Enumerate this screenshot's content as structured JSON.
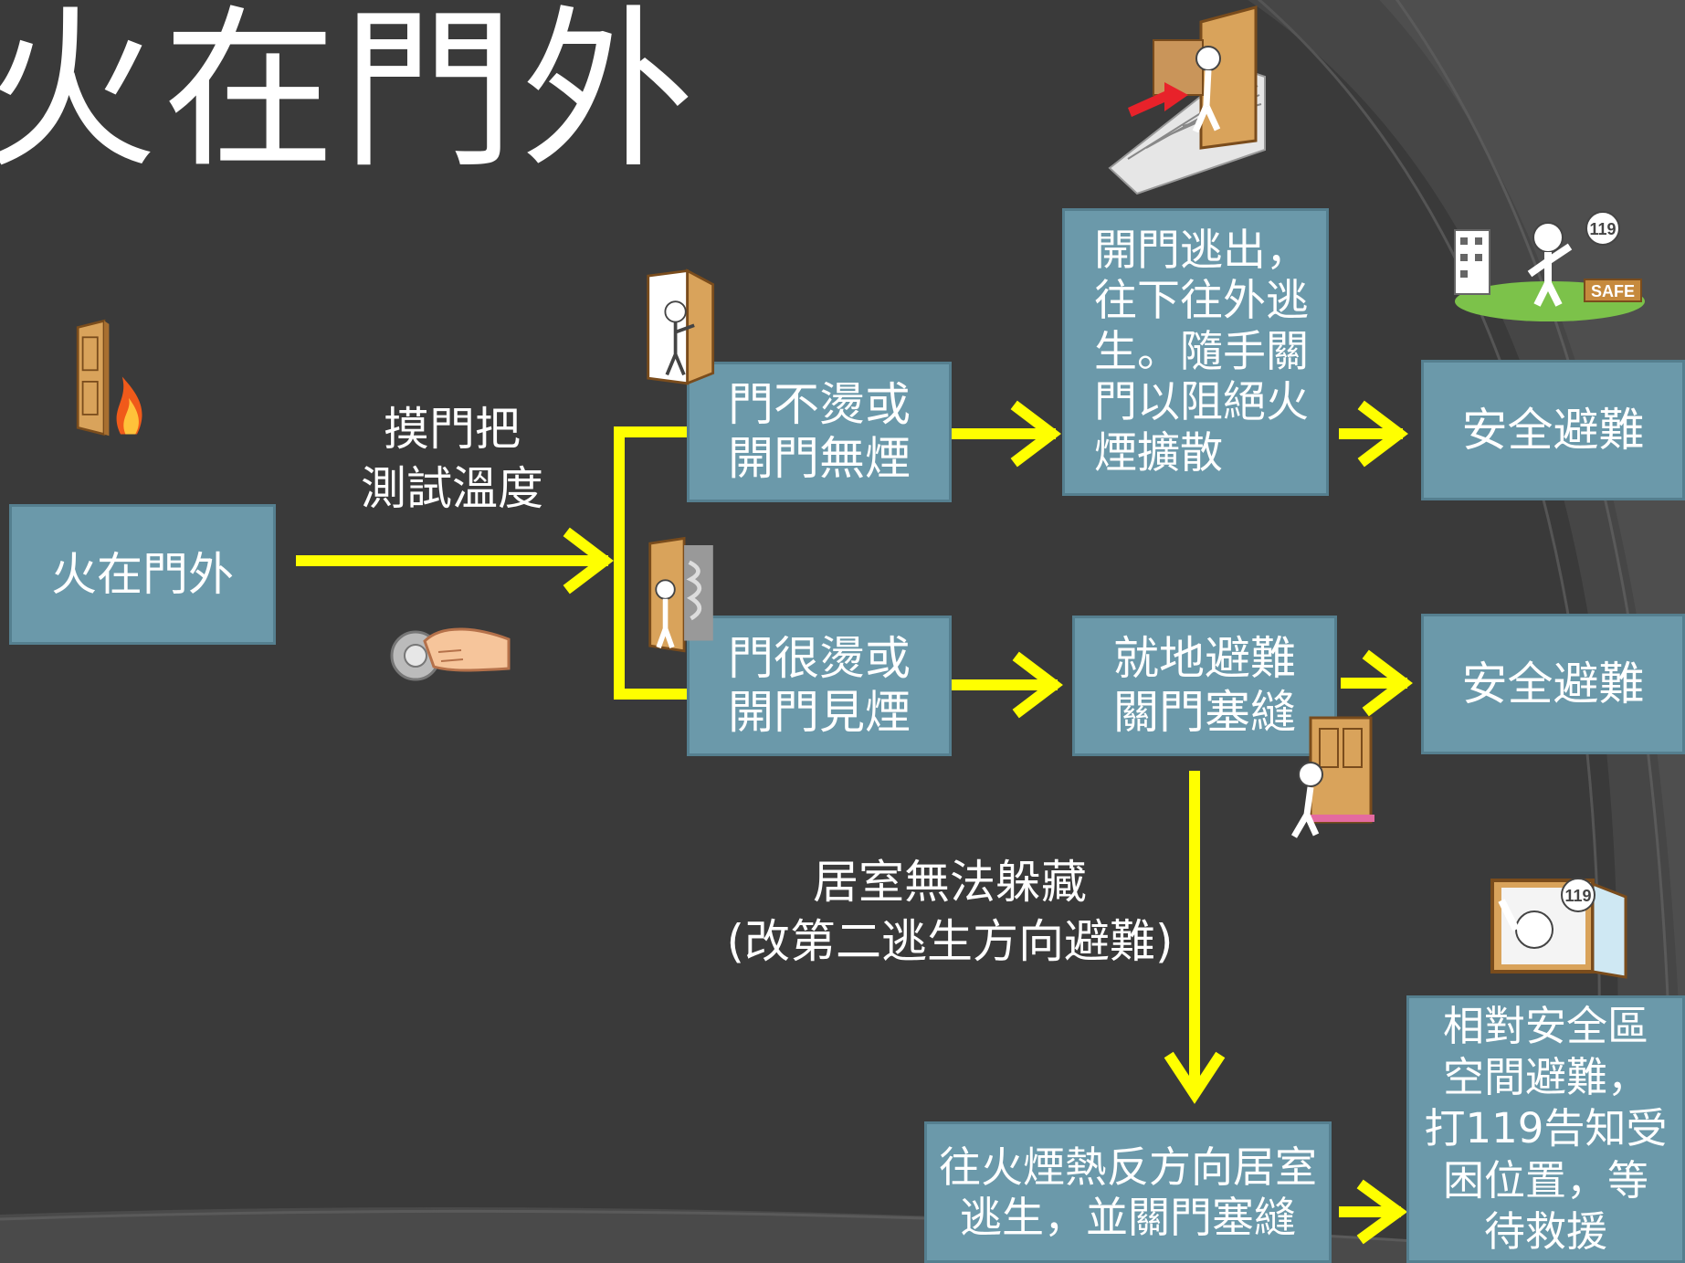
{
  "title": "火在門外",
  "boxes": {
    "start": "火在門外",
    "door_cool": "門不燙或\n開門無煙",
    "door_hot": "門很燙或\n開門見煙",
    "escape_open": "開門逃出，\n往下往外逃\n生。隨手關\n門以阻絕火\n煙擴散",
    "shelter": "就地避難\n關門塞縫",
    "safe_top": "安全避難",
    "safe_mid": "安全避難",
    "room_escape": "往火煙熱反方向居室\n逃生，並關門塞縫",
    "relative_safe": "相對安全區\n空間避難，\n打119告知受\n困位置，等\n待救援"
  },
  "labels": {
    "touch_handle": "摸門把\n測試溫度",
    "cannot_hide": "居室無法躲藏\n(改第二逃生方向避難)"
  },
  "illustrations": {
    "safe_badge_text": "SAFE",
    "phone_bubble_text": "119",
    "phone_bubble_text_2": "119"
  },
  "colors": {
    "background": "#3c3c3c",
    "box_fill": "#6b99aa",
    "arrow": "#ffff00",
    "text": "#ffffff"
  }
}
